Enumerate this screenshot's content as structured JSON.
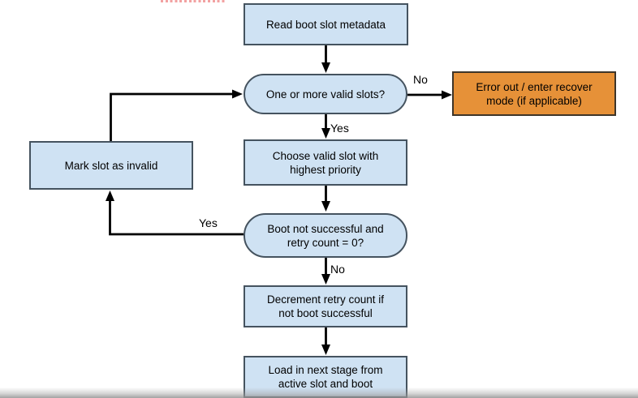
{
  "colors": {
    "process_fill": "#cfe2f3",
    "process_border": "#45535f",
    "error_fill": "#e69138",
    "error_border": "#3e3529",
    "arrow": "#000000",
    "text": "#000000",
    "cropped_red_marks": "#f2a2a2",
    "background": "#ffffff"
  },
  "flowchart": {
    "nodes": [
      {
        "id": "read-metadata",
        "type": "process",
        "lines": [
          "Read boot slot metadata"
        ]
      },
      {
        "id": "valid-slots",
        "type": "decision",
        "lines": [
          "One or more valid slots?"
        ]
      },
      {
        "id": "error-recover",
        "type": "error",
        "lines": [
          "Error out / enter recover",
          "mode (if applicable)"
        ]
      },
      {
        "id": "choose-slot",
        "type": "process",
        "lines": [
          "Choose valid slot with",
          "highest priority"
        ]
      },
      {
        "id": "mark-invalid",
        "type": "process",
        "lines": [
          "Mark slot as invalid"
        ]
      },
      {
        "id": "boot-retry-check",
        "type": "decision",
        "lines": [
          "Boot not successful and",
          "retry count = 0?"
        ]
      },
      {
        "id": "decrement-retry",
        "type": "process",
        "lines": [
          "Decrement retry count if",
          "not boot successful"
        ]
      },
      {
        "id": "load-next-stage",
        "type": "process",
        "lines": [
          "Load in next stage from",
          "active slot and boot"
        ]
      }
    ],
    "edge_labels": [
      {
        "id": "no-to-error",
        "text": "No"
      },
      {
        "id": "yes-to-choose",
        "text": "Yes"
      },
      {
        "id": "yes-to-mark-invalid",
        "text": "Yes"
      },
      {
        "id": "no-to-decrement",
        "text": "No"
      }
    ]
  }
}
